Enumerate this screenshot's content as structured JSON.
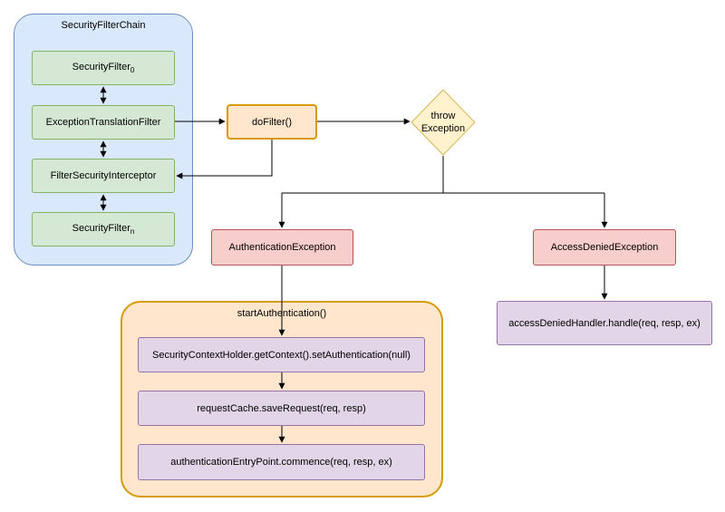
{
  "colors": {
    "green_fill": "#d5e8d4",
    "green_stroke": "#82b366",
    "blue_fill": "#dae8fc",
    "blue_stroke": "#6c8ebf",
    "orange_fill": "#ffe6cc",
    "orange_stroke": "#d79b00",
    "red_fill": "#f8cecc",
    "red_stroke": "#b85450",
    "purple_fill": "#e1d5e7",
    "purple_stroke": "#9673a6"
  },
  "chain": {
    "title": "SecurityFilterChain",
    "filter0": {
      "base": "SecurityFilter",
      "sub": "0"
    },
    "exception_translation": "ExceptionTranslationFilter",
    "interceptor": "FilterSecurityInterceptor",
    "filtern": {
      "base": "SecurityFilter",
      "sub": "n"
    }
  },
  "dofilter": "doFilter()",
  "decision": {
    "line1": "throw",
    "line2": "Exception"
  },
  "auth_exception": "AuthenticationException",
  "access_denied_exception": "AccessDeniedException",
  "access_denied_handler": "accessDeniedHandler.handle(req, resp, ex)",
  "start_auth": {
    "title": "startAuthentication()",
    "step1": "SecurityContextHolder.getContext().setAuthentication(null)",
    "step2": "requestCache.saveRequest(req, resp)",
    "step3": "authenticationEntryPoint.commence(req, resp, ex)"
  }
}
